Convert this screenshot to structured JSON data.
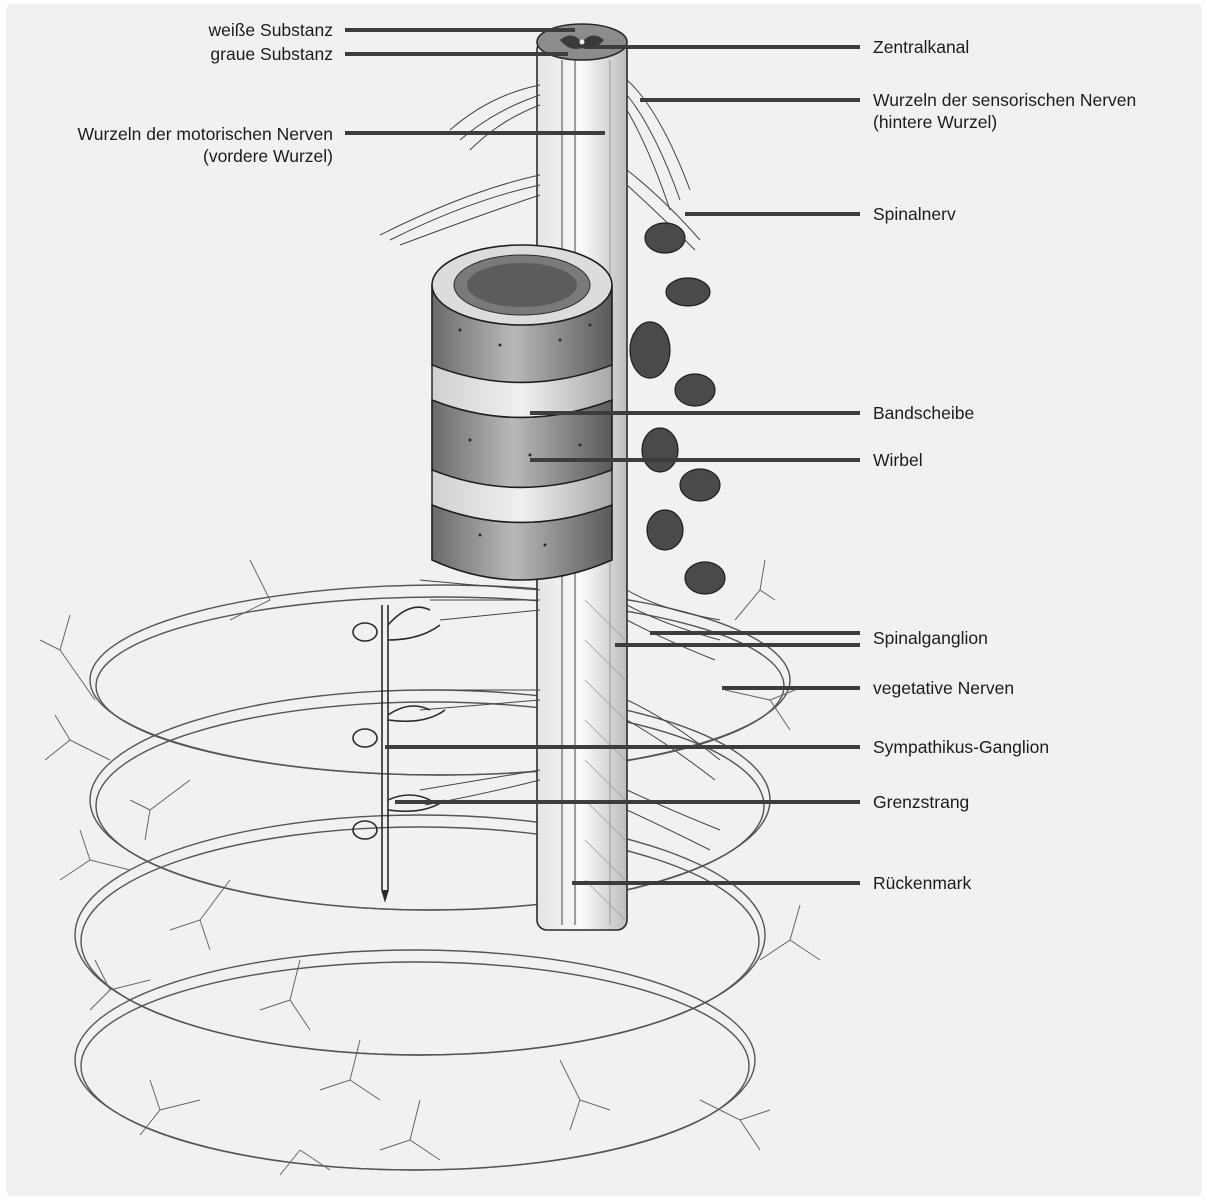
{
  "labels": {
    "weisse_substanz": "weiße Substanz",
    "graue_substanz": "graue Substanz",
    "motorische_wurzel_1": "Wurzeln der motorischen Nerven",
    "motorische_wurzel_2": "(vordere Wurzel)",
    "zentralkanal": "Zentralkanal",
    "sensorische_wurzel_1": "Wurzeln der sensorischen Nerven",
    "sensorische_wurzel_2": "(hintere Wurzel)",
    "spinalnerv": "Spinalnerv",
    "bandscheibe": "Bandscheibe",
    "wirbel": "Wirbel",
    "spinalganglion": "Spinalganglion",
    "vegetative_nerven": "vegetative Nerven",
    "sympathikus_ganglion": "Sympathikus-Ganglion",
    "grenzstrang": "Grenzstrang",
    "rueckenmark": "Rückenmark"
  },
  "colors": {
    "background": "#f1f1f1",
    "leader_line": "#3d3d3d",
    "ink": "#1c1c1c"
  }
}
